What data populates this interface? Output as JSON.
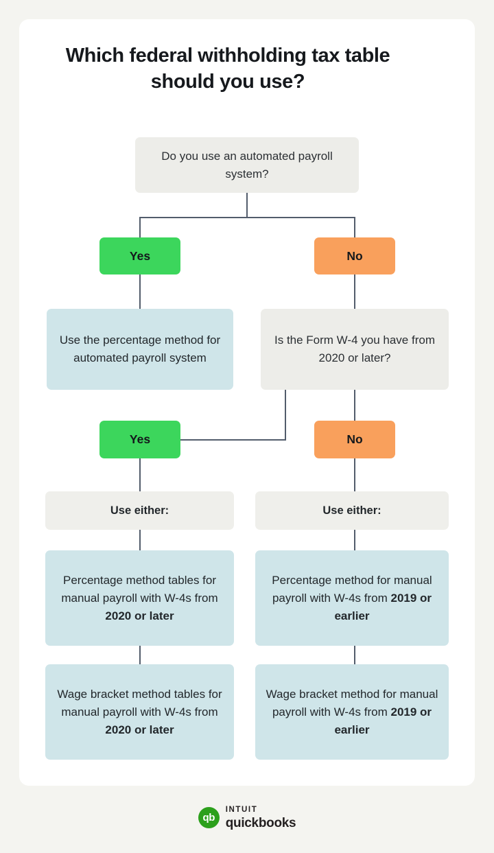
{
  "header": {
    "title": "Which federal withholding tax table should you use?"
  },
  "flowchart": {
    "type": "decision-tree",
    "root_question": "Do you use an automated payroll system?",
    "branch_labels": {
      "yes": "Yes",
      "no": "No"
    },
    "nodes": {
      "q1": "Do you use an automated payroll system?",
      "yes1": "Yes",
      "no1": "No",
      "yes1_result": "Use the percentage method for automated payroll system",
      "q2": "Is the Form W-4 you have from 2020 or later?",
      "yes2": "Yes",
      "no2": "No",
      "either_left": "Use either:",
      "either_right": "Use either:",
      "left_result_1_lead": "Percentage method tables for manual payroll with W-4s from ",
      "left_result_1_bold": "2020 or later",
      "left_result_2_lead": "Wage bracket method tables for manual payroll with W-4s from ",
      "left_result_2_bold": "2020 or later",
      "right_result_1_lead": "Percentage method for manual payroll with W-4s from ",
      "right_result_1_bold": "2019 or earlier",
      "right_result_2_lead": "Wage bracket method for manual payroll with W-4s from ",
      "right_result_2_bold": "2019 or earlier"
    }
  },
  "footer": {
    "logo_mark": "qb",
    "brand_top": "INTUIT",
    "brand_bottom": "quickbooks"
  },
  "colors": {
    "page_background": "#f4f4f0",
    "card_background": "#ffffff",
    "question_box": "#edede9",
    "info_box": "#cfe5e9",
    "yes_green": "#3cd65c",
    "no_orange": "#f9a05c",
    "connector": "#525c6b",
    "brand_green": "#2ca01c"
  }
}
